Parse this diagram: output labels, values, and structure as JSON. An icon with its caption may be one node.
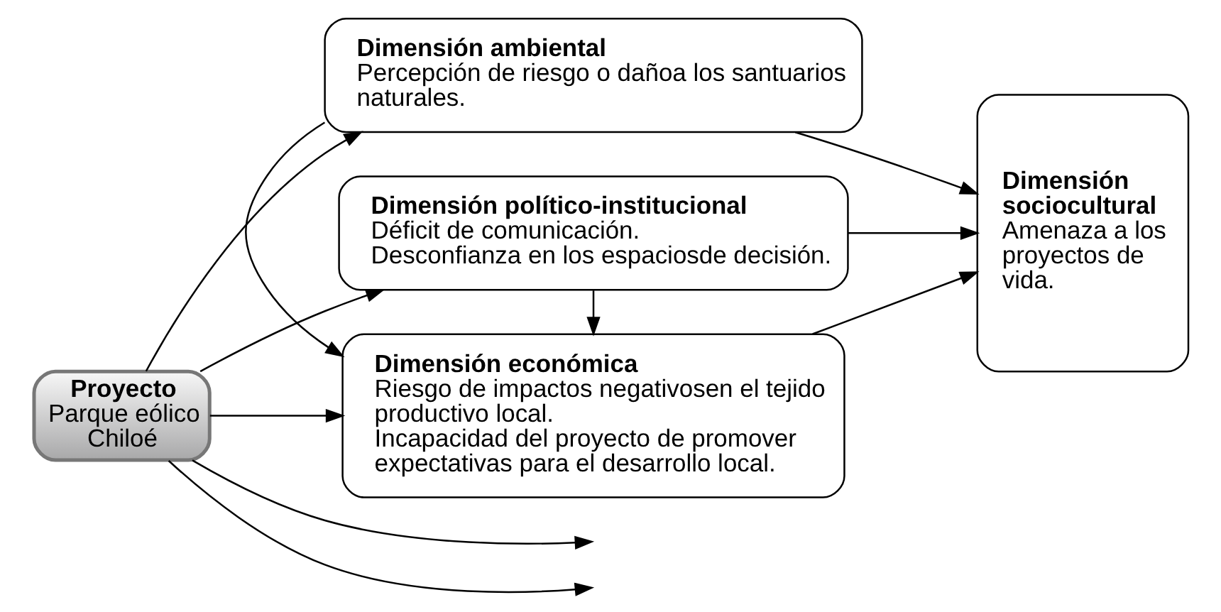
{
  "diagram": {
    "nodes": [
      {
        "text": [
          "Proyecto",
          "Parque eólico Chiloé"
        ]
      },
      {
        "text": [
          "Dimensión ambiental",
          "Percepción de riesgo o dañoa los santuarios naturales."
        ]
      },
      {
        "text": [
          "Dimensión económica",
          "Riesgo de impactos negativosen el tejido productivo local.",
          "Incapacidad del proyecto de promover expectativas para el desarrollo local."
        ]
      },
      {
        "text": [
          "Dimensión político-institucional",
          "Déficit de comunicación.",
          "Desconfianza en los espaciosde decisión."
        ]
      },
      {
        "text": [
          "Dimensión sociocultural",
          "Amenaza a los proyectos de vida."
        ]
      }
    ],
    "edges": [
      {
        "from": 0,
        "to": 1,
        "arrow": "to"
      },
      {
        "from": 0,
        "to": null,
        "arrow": "to"
      },
      {
        "from": 1,
        "to": 2,
        "arrow": "to"
      },
      {
        "from": 0,
        "to": 2,
        "arrow": "to"
      },
      {
        "from": 0,
        "to": null,
        "arrow": "to"
      },
      {
        "from": 3,
        "to": 2,
        "arrow": "to"
      },
      {
        "from": 0,
        "to": 3,
        "arrow": "to"
      },
      {
        "from": 1,
        "to": 4,
        "arrow": "to"
      },
      {
        "from": 2,
        "to": 4,
        "arrow": "to"
      },
      {
        "from": 3,
        "to": 4,
        "arrow": "to"
      }
    ]
  }
}
